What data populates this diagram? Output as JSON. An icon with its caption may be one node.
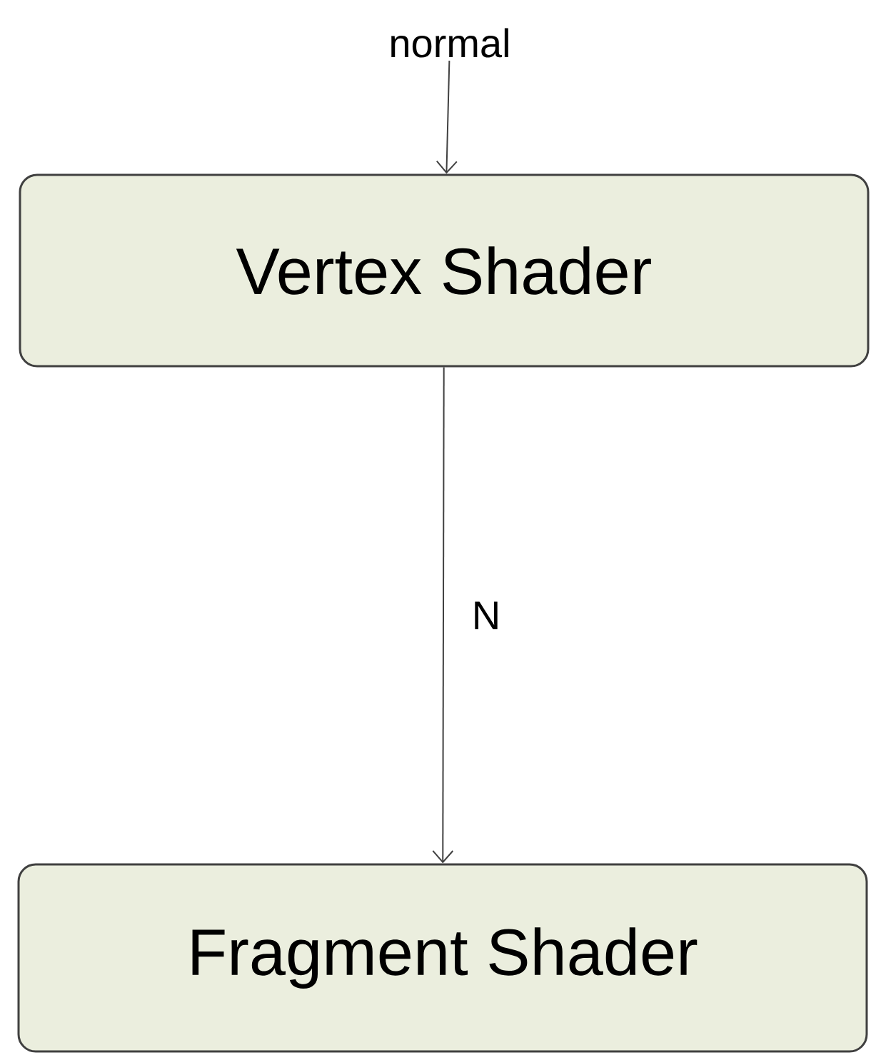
{
  "diagram": {
    "nodes": [
      {
        "text": [
          "normal"
        ]
      },
      {
        "text": [
          "Vertex Shader"
        ]
      },
      {
        "text": [
          "Fragment Shader"
        ]
      }
    ],
    "edges": [
      {
        "from": 0,
        "to": 1,
        "arrow": "to"
      },
      {
        "from": 1,
        "to": 2,
        "arrow": "to",
        "label": "N"
      }
    ]
  }
}
